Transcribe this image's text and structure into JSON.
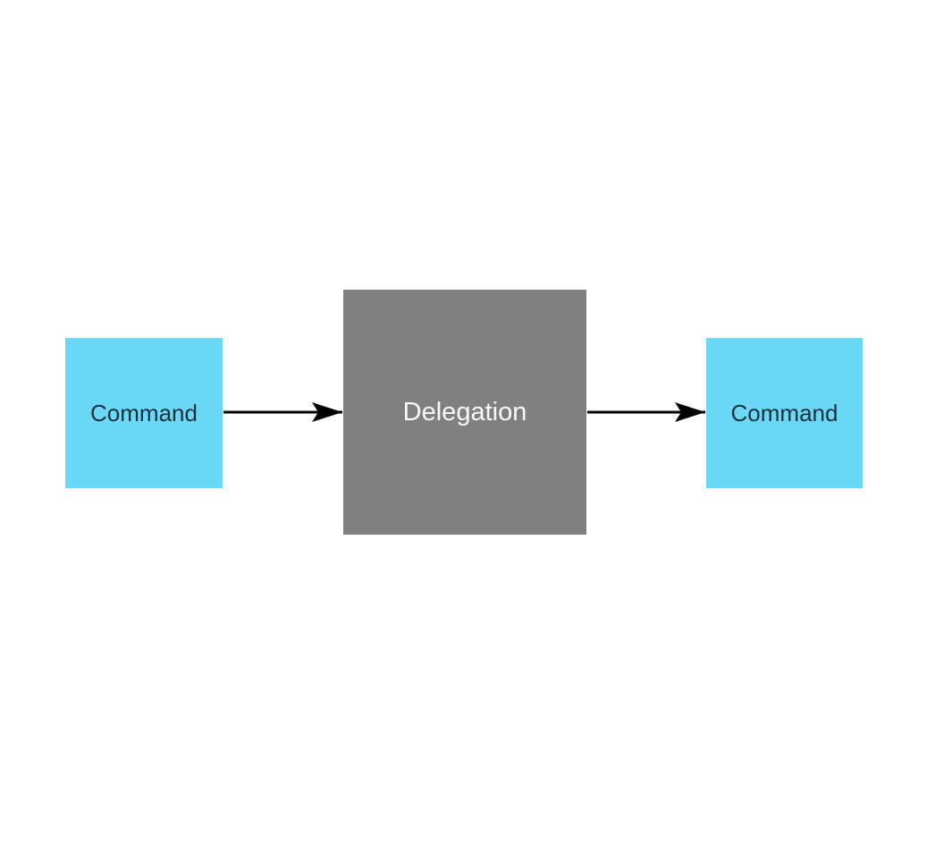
{
  "diagram": {
    "background_color": "#ffffff",
    "nodes": [
      {
        "id": "command-left",
        "label": "Command",
        "shape": "square",
        "fill_color": "#6cd8f7",
        "text_color": "#17313b"
      },
      {
        "id": "delegation",
        "label": "Delegation",
        "shape": "square",
        "fill_color": "#808080",
        "text_color": "#f9f9f9"
      },
      {
        "id": "command-right",
        "label": "Command",
        "shape": "square",
        "fill_color": "#6cd8f7",
        "text_color": "#17313b"
      }
    ],
    "edges": [
      {
        "id": "command-left-to-delegation",
        "from": "command-left",
        "to": "delegation",
        "style": "solid",
        "direction": "right",
        "color": "#000000"
      },
      {
        "id": "delegation-to-command-right",
        "from": "delegation",
        "to": "command-right",
        "style": "solid",
        "direction": "right",
        "color": "#000000"
      }
    ]
  }
}
